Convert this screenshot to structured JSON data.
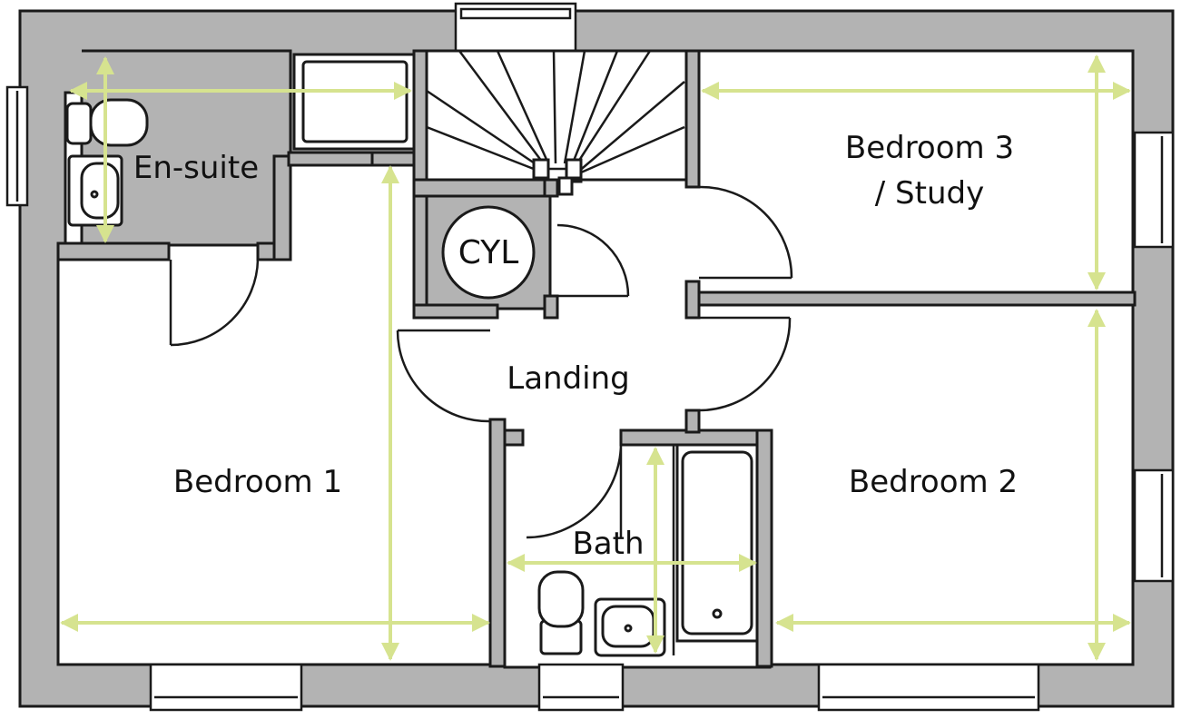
{
  "plan": {
    "colors": {
      "wall": "#b3b3b3",
      "line": "#1a1a1a",
      "dimension": "#d6e38f",
      "background": "#ffffff"
    },
    "rooms": {
      "ensuite": "En-suite",
      "bedroom1": "Bedroom 1",
      "bedroom2": "Bedroom 2",
      "bedroom3_line1": "Bedroom 3",
      "bedroom3_line2": "/ Study",
      "landing": "Landing",
      "bath": "Bath",
      "cylinder": "CYL"
    }
  }
}
